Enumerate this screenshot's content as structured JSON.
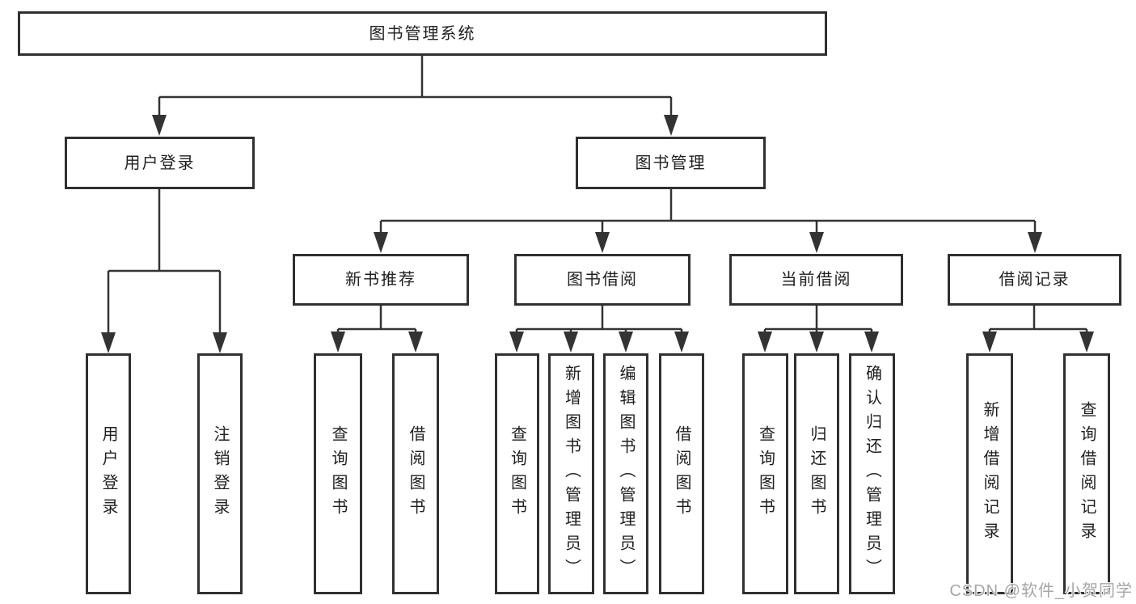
{
  "colors": {
    "line": "#333333",
    "box_border": "#303030",
    "text": "#1f1f1f",
    "watermark_text": "#a6a6a6",
    "background": "#ffffff"
  },
  "watermark": {
    "text": "CSDN @软件_小贺同学"
  },
  "tree": {
    "root": {
      "label": "图书管理系统"
    },
    "branches": [
      {
        "label": "用户登录",
        "children": [
          {
            "label": "用户登录"
          },
          {
            "label": "注销登录"
          }
        ]
      },
      {
        "label": "图书管理",
        "groups": [
          {
            "label": "新书推荐",
            "children": [
              {
                "label": "查询图书"
              },
              {
                "label": "借阅图书"
              }
            ]
          },
          {
            "label": "图书借阅",
            "children": [
              {
                "label": "查询图书"
              },
              {
                "label": "新增图书（管理员）"
              },
              {
                "label": "编辑图书（管理员）"
              },
              {
                "label": "借阅图书"
              }
            ]
          },
          {
            "label": "当前借阅",
            "children": [
              {
                "label": "查询图书"
              },
              {
                "label": "归还图书"
              },
              {
                "label": "确认归还（管理员）"
              }
            ]
          },
          {
            "label": "借阅记录",
            "children": [
              {
                "label": "新增借阅记录"
              },
              {
                "label": "查询借阅记录"
              }
            ]
          }
        ]
      }
    ]
  }
}
